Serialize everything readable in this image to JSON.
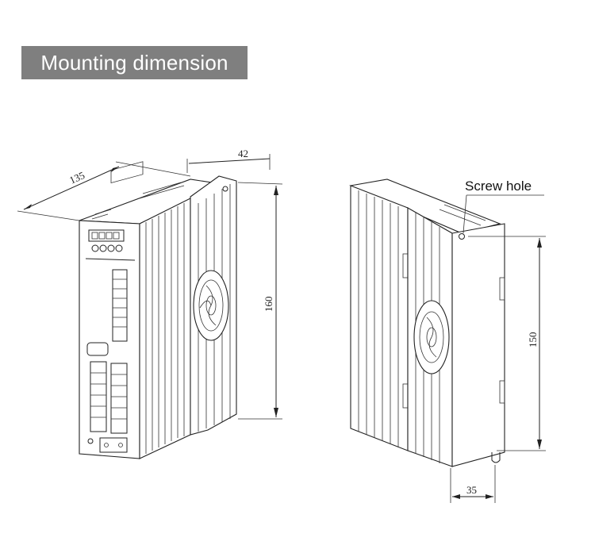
{
  "header": {
    "title": "Mounting dimension"
  },
  "dimensions": {
    "depth": "135",
    "width_top": "42",
    "height_front": "160",
    "hole_pitch": "150",
    "width_bottom": "35"
  },
  "annotations": {
    "screw_hole": "Screw hole"
  },
  "colors": {
    "title_bg": "#7f7f7f",
    "title_text": "#ffffff",
    "line": "#222222"
  }
}
